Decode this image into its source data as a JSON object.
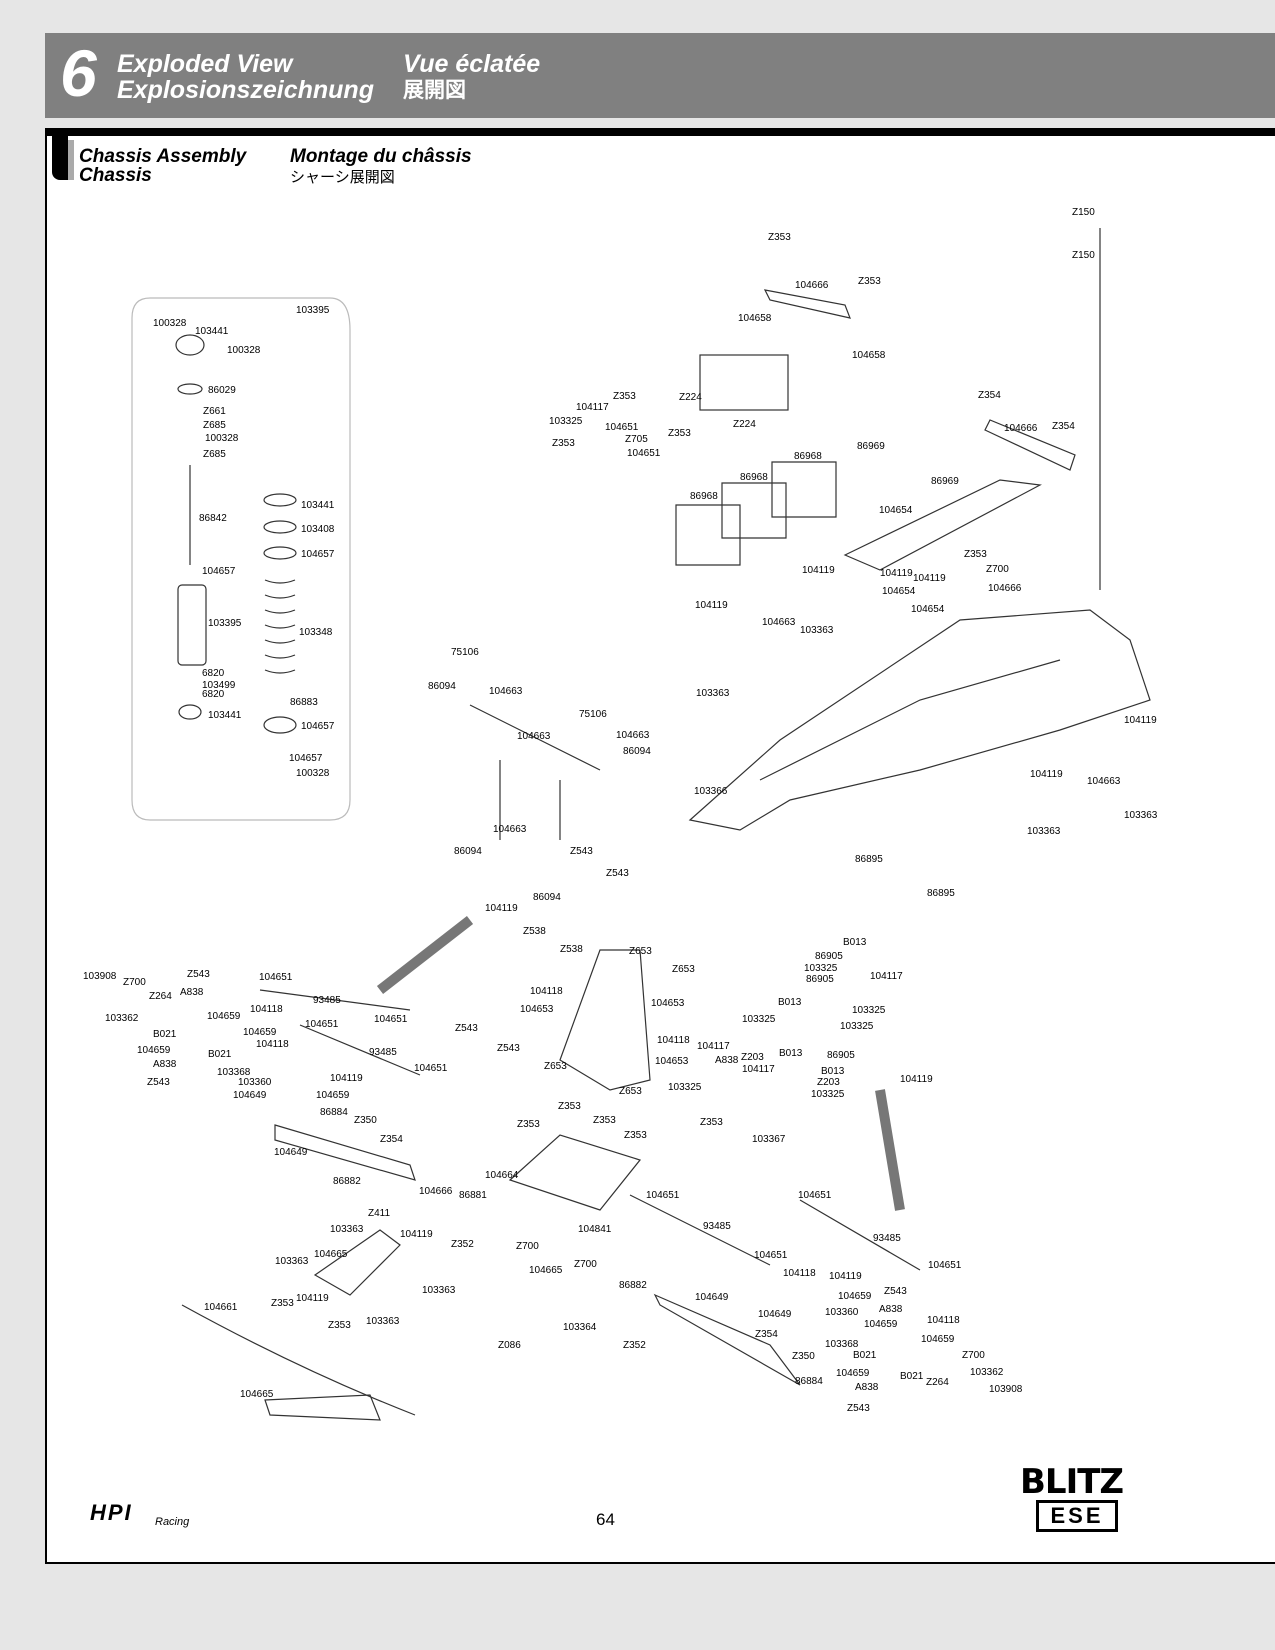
{
  "header": {
    "section_number": "6",
    "title_en": "Exploded View",
    "title_de": "Explosionszeichnung",
    "title_fr": "Vue éclatée",
    "title_jp": "展開図"
  },
  "subsection": {
    "title_en": "Chassis Assembly",
    "title_de": "Chassis",
    "title_fr": "Montage du châssis",
    "title_jp": "シャーシ展開図"
  },
  "footer": {
    "page_number": "64",
    "brand_logo": "HPI",
    "brand_sub": "Racing",
    "product_logo": "BLITZ",
    "product_sub": "ESE"
  },
  "labels": [
    "103395",
    "100328",
    "103441",
    "100328",
    "86029",
    "Z661",
    "Z685",
    "100328",
    "Z685",
    "86842",
    "104657",
    "103395",
    "6820",
    "103499",
    "6820",
    "103441",
    "103441",
    "103408",
    "104657",
    "103348",
    "86883",
    "104657",
    "104657",
    "100328",
    "Z353",
    "104666",
    "Z353",
    "104658",
    "104658",
    "Z353",
    "Z224",
    "104117",
    "103325",
    "104651",
    "Z353",
    "Z224",
    "Z705",
    "Z353",
    "104651",
    "Z150",
    "Z150",
    "Z354",
    "104666",
    "Z354",
    "86969",
    "86968",
    "86968",
    "86969",
    "86968",
    "104654",
    "Z353",
    "Z700",
    "104119",
    "104119",
    "104119",
    "104654",
    "104666",
    "104119",
    "104654",
    "104663",
    "103363",
    "103363",
    "104119",
    "104119",
    "104663",
    "103366",
    "103363",
    "103363",
    "86895",
    "86895",
    "75106",
    "86094",
    "104663",
    "75106",
    "104663",
    "86094",
    "104663",
    "104663",
    "Z543",
    "86094",
    "Z543",
    "86094",
    "104119",
    "Z538",
    "Z538",
    "Z653",
    "Z653",
    "104118",
    "104653",
    "104653",
    "Z543",
    "Z543",
    "104118",
    "Z653",
    "104653",
    "Z653",
    "103908",
    "Z700",
    "Z543",
    "104651",
    "A838",
    "Z264",
    "93485",
    "104659",
    "104118",
    "103362",
    "104651",
    "104651",
    "B021",
    "104659",
    "104118",
    "104659",
    "B021",
    "93485",
    "A838",
    "103368",
    "104651",
    "103360",
    "104119",
    "Z543",
    "104649",
    "104659",
    "86884",
    "Z350",
    "Z354",
    "104649",
    "86882",
    "104666",
    "86881",
    "Z411",
    "Z353",
    "Z353",
    "Z353",
    "Z353",
    "104664",
    "104651",
    "104841",
    "Z352",
    "Z700",
    "Z700",
    "104665",
    "86882",
    "103364",
    "Z352",
    "Z086",
    "103363",
    "104119",
    "104665",
    "103363",
    "103363",
    "104119",
    "Z353",
    "104661",
    "Z353",
    "103363",
    "104665",
    "B013",
    "86905",
    "103325",
    "104117",
    "86905",
    "B013",
    "103325",
    "103325",
    "103325",
    "104117",
    "86905",
    "A838",
    "Z203",
    "B013",
    "104117",
    "B013",
    "Z203",
    "103325",
    "103325",
    "104119",
    "Z353",
    "103367",
    "104651",
    "93485",
    "93485",
    "104651",
    "104651",
    "104118",
    "104119",
    "Z543",
    "104659",
    "104649",
    "A838",
    "104118",
    "104649",
    "103360",
    "104659",
    "Z354",
    "104659",
    "103368",
    "Z350",
    "B021",
    "Z700",
    "104659",
    "103362",
    "B021",
    "Z264",
    "86884",
    "A838",
    "103908",
    "Z543"
  ]
}
